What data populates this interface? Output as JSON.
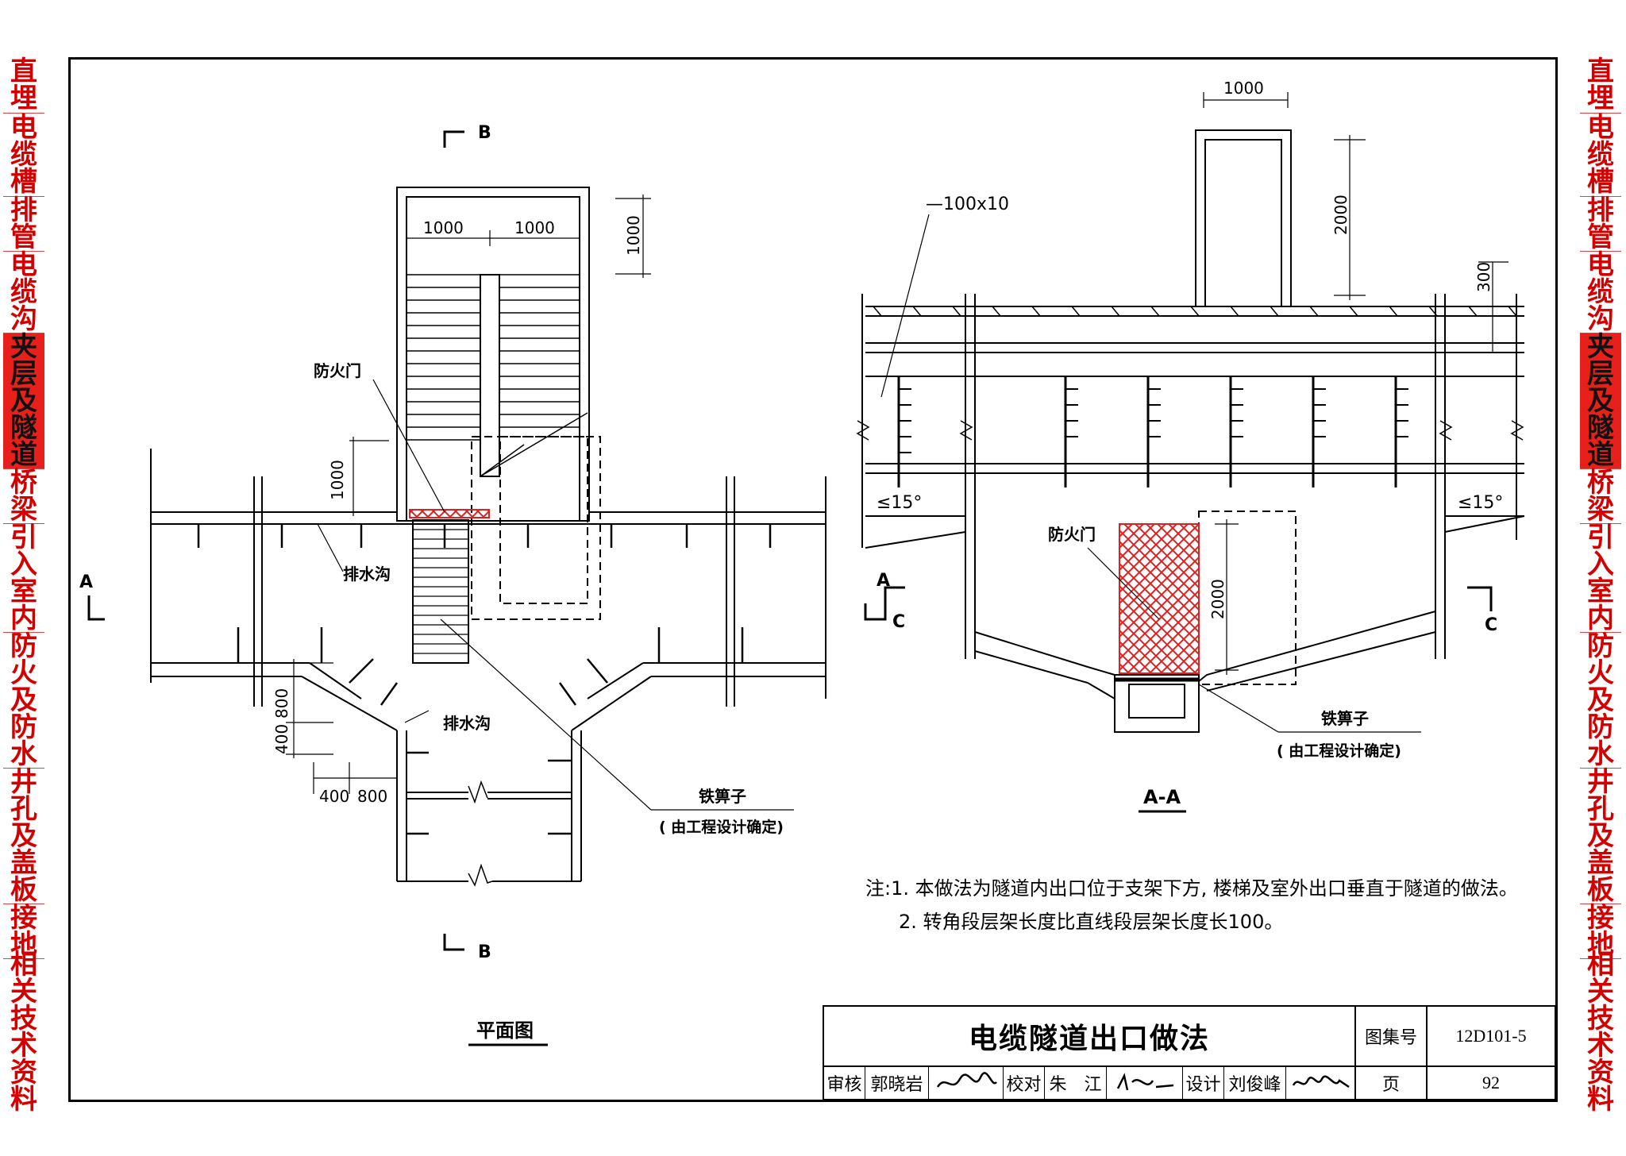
{
  "side_tabs": [
    {
      "label": "直埋",
      "active": false
    },
    {
      "label": "电缆槽",
      "active": false
    },
    {
      "label": "排管",
      "active": false
    },
    {
      "label": "电缆沟",
      "active": false
    },
    {
      "label": "夹层及隧道",
      "active": true
    },
    {
      "label": "桥梁",
      "active": false
    },
    {
      "label": "引入室内",
      "active": false
    },
    {
      "label": "防火及防水",
      "active": false
    },
    {
      "label": "井孔及盖板",
      "active": false
    },
    {
      "label": "接地",
      "active": false
    },
    {
      "label": "相关技术资料",
      "active": false
    }
  ],
  "plan": {
    "title": "平面图",
    "section_b_top": "B",
    "section_b_bottom": "B",
    "section_a": "A",
    "fire_door": "防火门",
    "drain_1": "排水沟",
    "drain_2": "排水沟",
    "iron_grate": "铁箅子",
    "iron_grate_note": "( 由工程设计确定)",
    "dims": {
      "d1": "1000",
      "d2": "1000",
      "d3": "1000",
      "d4": "1000",
      "d5": "800",
      "d6": "400",
      "d7": "400",
      "d8": "800"
    }
  },
  "section": {
    "title": "A-A",
    "steel": "—100x10",
    "fire_door": "防火门",
    "iron_grate": "铁箅子",
    "iron_grate_note": "( 由工程设计确定)",
    "angle_left": "≤15°",
    "angle_right": "≤15°",
    "a_label": "A",
    "c_left": "C",
    "c_right": "C",
    "dims": {
      "w": "1000",
      "h": "2000",
      "cover": "300",
      "door_h": "2000"
    }
  },
  "notes": {
    "line1": "注:1. 本做法为隧道内出口位于支架下方, 楼梯及室外出口垂直于隧道的做法。",
    "line2": "2. 转角段层架长度比直线段层架长度长100。"
  },
  "title_block": {
    "title": "电缆隧道出口做法",
    "atlas_label": "图集号",
    "atlas_value": "12D101-5",
    "review_label": "审核",
    "review_name": "郭晓岩",
    "check_label": "校对",
    "check_name": "朱　江",
    "design_label": "设计",
    "design_name": "刘俊峰",
    "page_label": "页",
    "page_value": "92"
  },
  "colors": {
    "accent": "#e8201c",
    "tab_text": "#d40000",
    "hatch": "#e02020"
  }
}
